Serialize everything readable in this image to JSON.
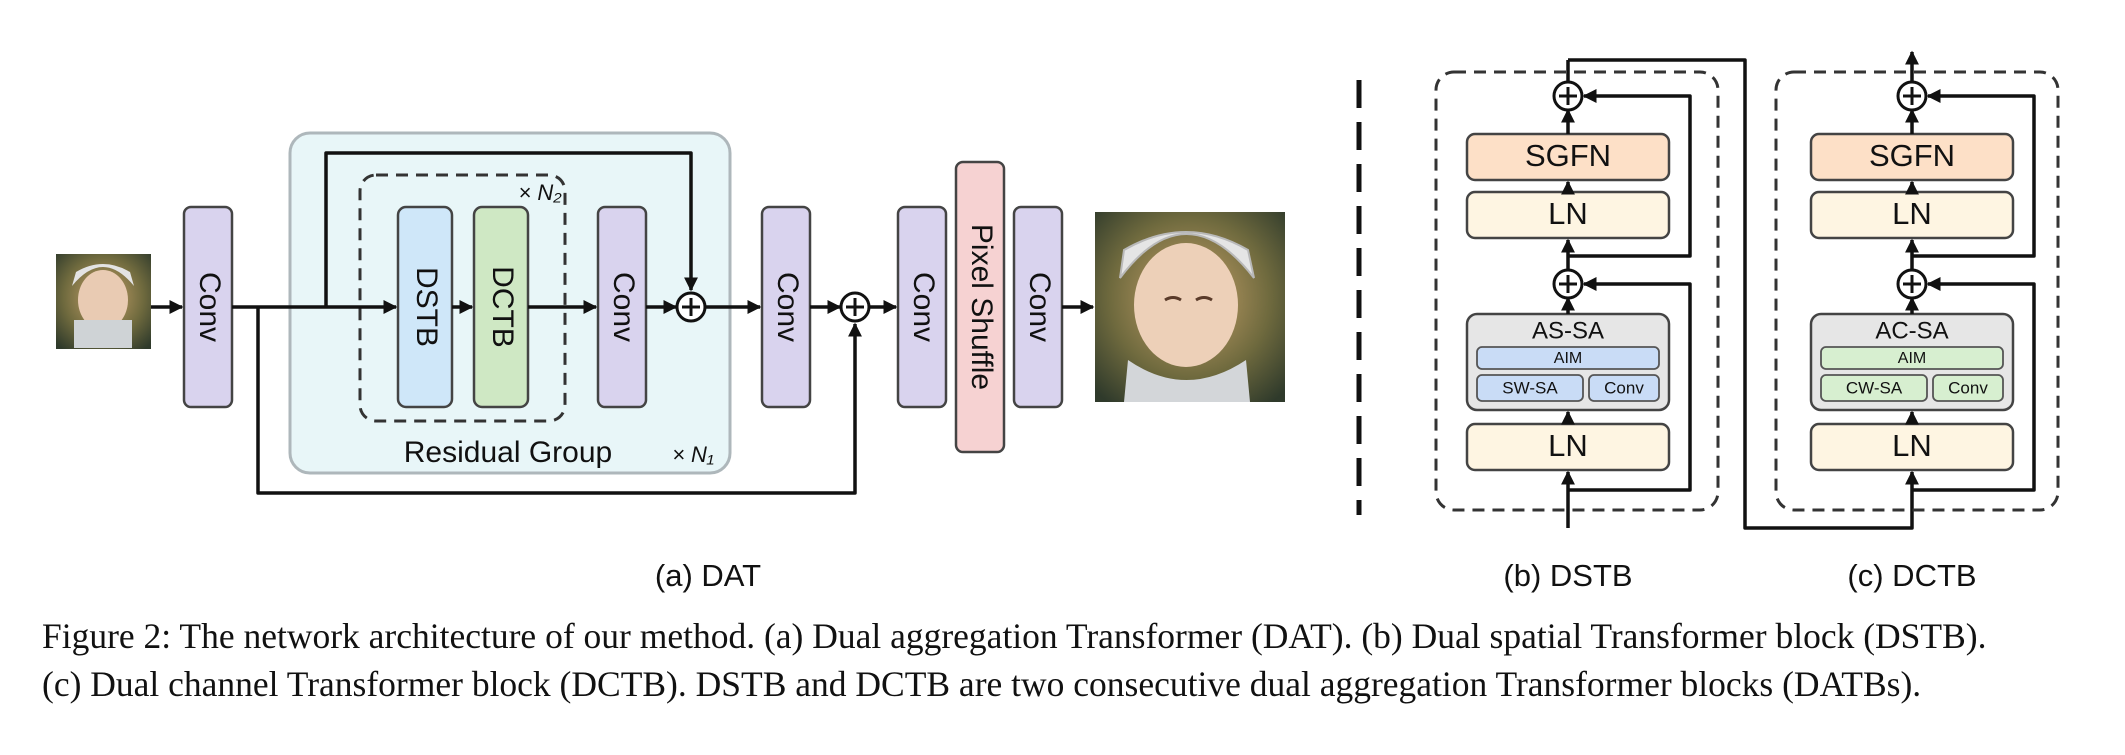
{
  "dat": {
    "conv": "Conv",
    "dstb": "DSTB",
    "dctb": "DCTB",
    "pixel_shuffle": "Pixel Shuffle",
    "residual_group": "Residual Group",
    "n1": "× N₁",
    "n2": "× N₂",
    "label": "(a) DAT"
  },
  "dstb": {
    "sgfn": "SGFN",
    "ln": "LN",
    "attn": "AS-SA",
    "aim": "AIM",
    "sub_attn": "SW-SA",
    "conv": "Conv",
    "label": "(b) DSTB"
  },
  "dctb": {
    "sgfn": "SGFN",
    "ln": "LN",
    "attn": "AC-SA",
    "aim": "AIM",
    "sub_attn": "CW-SA",
    "conv": "Conv",
    "label": "(c) DCTB"
  },
  "caption": {
    "line1": "Figure 2: The network architecture of our method. (a) Dual aggregation Transformer (DAT). (b) Dual spatial Transformer block (DSTB).",
    "line2": "(c) Dual channel Transformer block (DCTB). DSTB and DCTB are two consecutive dual aggregation Transformer blocks (DATBs)."
  },
  "colors": {
    "conv": "#d9d3ee",
    "dstb": "#cfe7f9",
    "dctb": "#cfe8c4",
    "pixel_shuffle": "#f6d2d2",
    "residual_group": "#e8f6f8",
    "sgfn": "#fde0c7",
    "ln": "#fef5e2",
    "attn_bg": "#e6e6e6",
    "aim_dstb": "#c9dcf6",
    "aim_dctb": "#d7efd0"
  },
  "icons": [
    "input-image-thumbnail",
    "output-image",
    "plus-circle-icon",
    "arrow-head-icon"
  ]
}
